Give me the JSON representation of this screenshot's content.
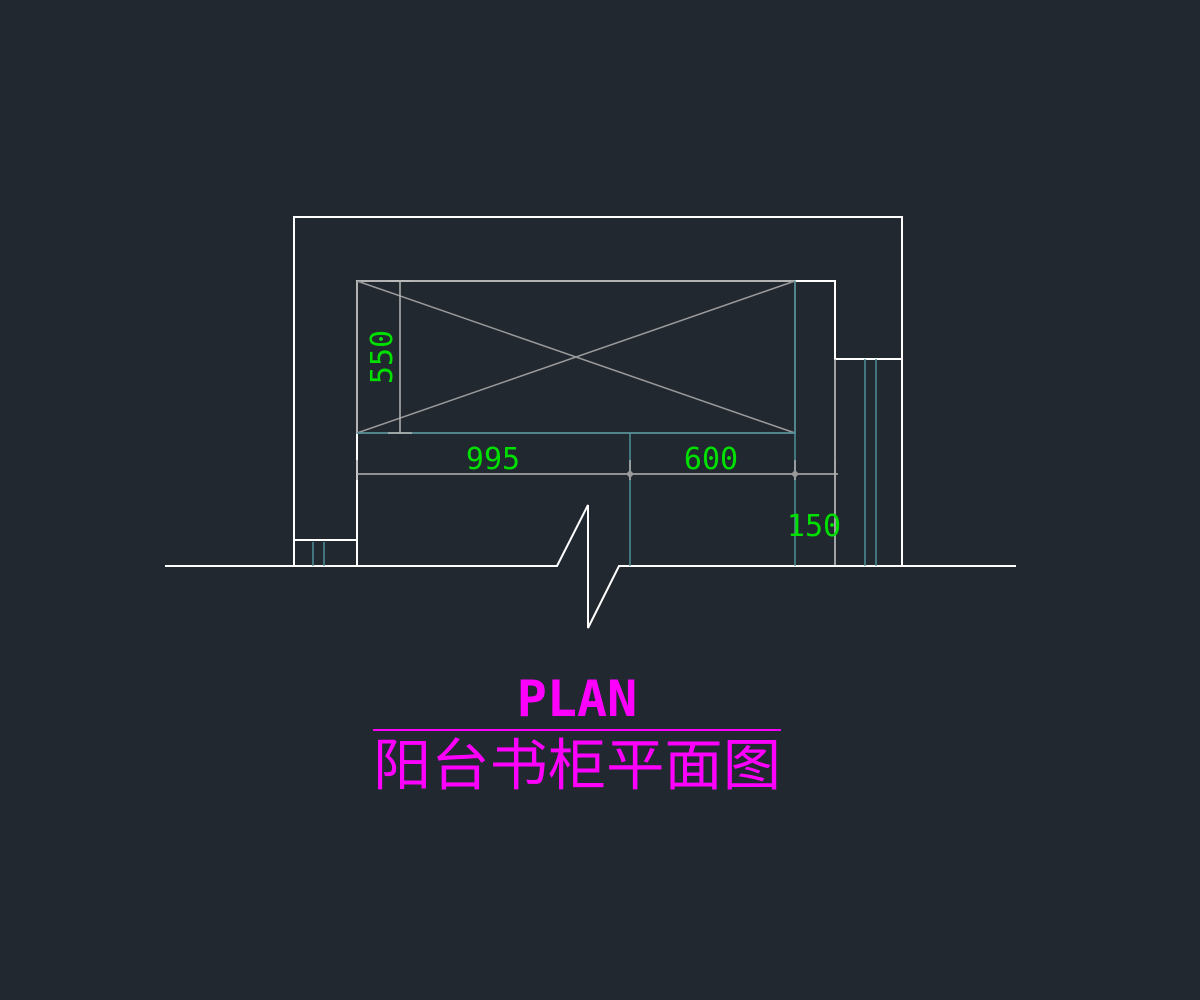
{
  "dimensions": {
    "width_left": "995",
    "width_right": "600",
    "depth": "550",
    "side": "150"
  },
  "title": {
    "english": "PLAN",
    "chinese": "阳台书柜平面图"
  },
  "colors": {
    "background": "#212830",
    "linework": "#ffffff",
    "dimension_text": "#00e000",
    "title_text": "#ff00ff",
    "construction": "#4e8f99"
  }
}
